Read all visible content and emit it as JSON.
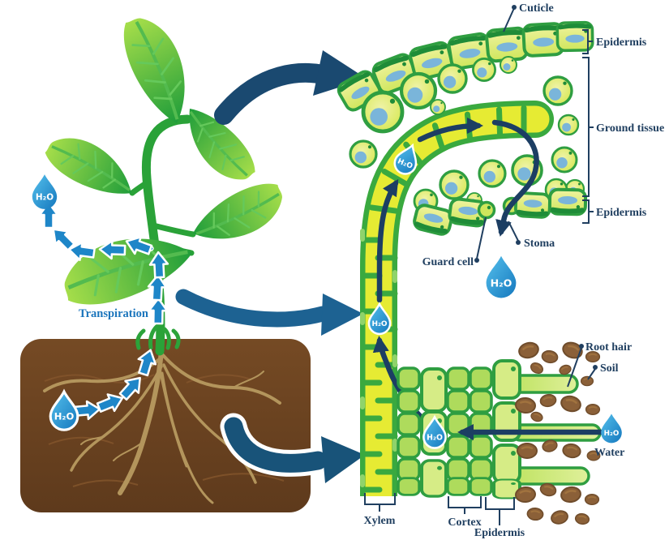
{
  "labels": {
    "transpiration": "Transpiration",
    "cuticle": "Cuticle",
    "epidermis_upper": "Epidermis",
    "ground_tissue": "Ground tissue",
    "epidermis_lower": "Epidermis",
    "guard_cell": "Guard cell",
    "stoma": "Stoma",
    "h2o": "H₂O",
    "root_hair": "Root hair",
    "soil": "Soil",
    "water": "Water",
    "xylem": "Xylem",
    "cortex": "Cortex",
    "epidermis_root": "Epidermis"
  },
  "colors": {
    "label_navy": "#203f60",
    "flow_arrow_navy": "#1c3e63",
    "magnify_arrow_top": "#1a4970",
    "magnify_arrow_middle": "#1d6292",
    "magnify_arrow_bottom": "#185379",
    "small_arrow_blue": "#1e86c8",
    "transpiration_blue": "#1b75bc",
    "water_droplet_blue": "#2196d6",
    "leaf_green_light": "#9edc3f",
    "leaf_green_dark": "#1f9d3a",
    "cell_border_green": "#2f9e41",
    "xylem_yellow": "#e6eb33",
    "tube_green": "#3aa93f",
    "soil_brown": "#6b4423",
    "root_tan": "#b3955c",
    "soil_clump_brown": "#8b6038",
    "nucleus_blue": "#7ab5da"
  }
}
